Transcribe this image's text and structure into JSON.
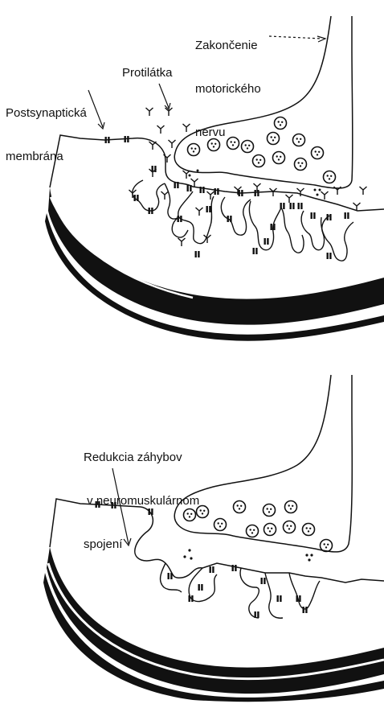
{
  "top_panel": {
    "labels": {
      "nerve_terminal": [
        "Zakončenie",
        "motorického",
        "nervu"
      ],
      "antibody": "Protilátka",
      "postsynaptic_membrane": [
        "Postsynaptická",
        "membrána"
      ]
    }
  },
  "bottom_panel": {
    "labels": {
      "fold_reduction": [
        "Redukcia záhybov",
        " v neuromuskulárnom",
        "spojení"
      ]
    }
  },
  "colors": {
    "ink": "#111111",
    "background": "#ffffff"
  }
}
